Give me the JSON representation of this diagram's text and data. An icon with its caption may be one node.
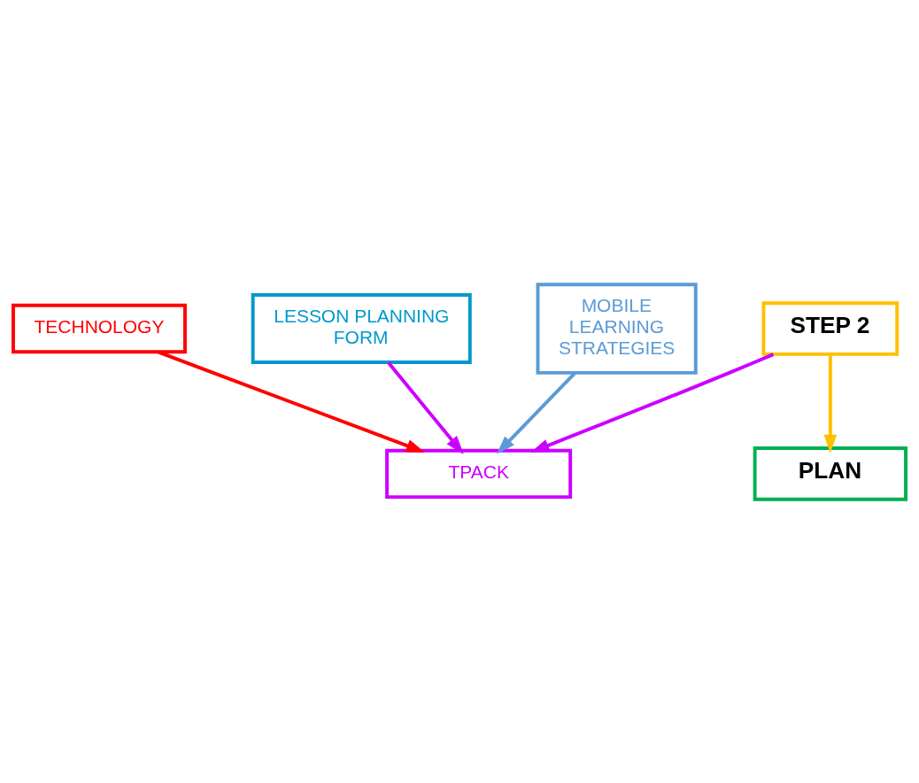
{
  "diagram": {
    "nodes": [
      {
        "text": [
          "TECHNOLOGY"
        ]
      },
      {
        "text": [
          "STEP 2"
        ]
      },
      {
        "text": [
          "PLAN"
        ]
      },
      {
        "text": [
          "TPACK"
        ]
      },
      {
        "text": [
          "LESSON PLANNING FORM"
        ]
      },
      {
        "text": [
          "MOBILE LEARNING STRATEGIES"
        ]
      }
    ],
    "edges": [
      {
        "from": 0,
        "to": 3,
        "arrow": "to",
        "color": "#ff0000"
      },
      {
        "from": 1,
        "to": 2,
        "arrow": "to",
        "color": "#ffc000"
      },
      {
        "from": 1,
        "to": 3,
        "arrow": "to",
        "color": "#cc00ff"
      },
      {
        "from": 4,
        "to": 3,
        "arrow": "to",
        "color": "#cc00ff"
      },
      {
        "from": 5,
        "to": 3,
        "arrow": "to",
        "color": "#5b9bd5"
      }
    ]
  }
}
